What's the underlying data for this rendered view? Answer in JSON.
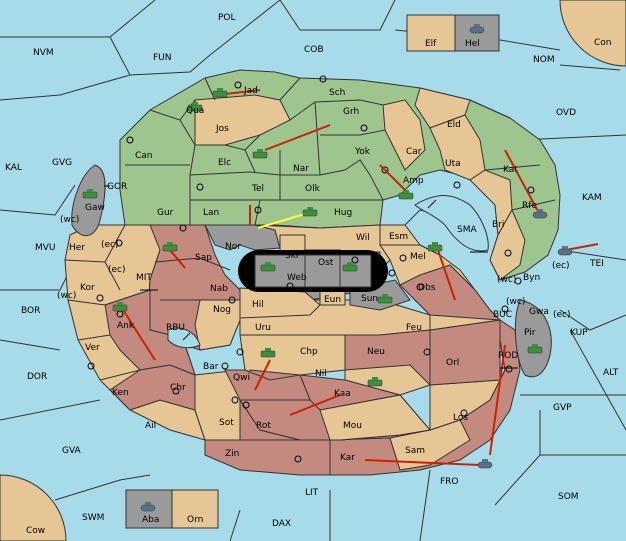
{
  "colors": {
    "sea": "#a8dbe9",
    "neutral": "#e6c695",
    "green_power": "#9fc58e",
    "red_power": "#c48a80",
    "grey_power": "#9a9a9a",
    "black": "#000000",
    "order_arrow": "#cc2200",
    "support_line": "#ffff33"
  },
  "seas": [
    "POL",
    "NVM",
    "FUN",
    "COB",
    "NOM",
    "Con",
    "OVD",
    "KAL",
    "GVG",
    "KAM",
    "MVU",
    "TEI",
    "BOR",
    "KUP",
    "ALT",
    "DOR",
    "GVP",
    "GVA",
    "SOM",
    "SWM",
    "LIT",
    "DAX",
    "FRO",
    "Cow"
  ],
  "coast_labels": [
    "(wc)",
    "(ec)",
    "(ec)",
    "(wc)",
    "(wc)",
    "(ec)",
    "(wc)",
    "(ec)"
  ],
  "provinces": {
    "green": [
      "Jad",
      "Qua",
      "Sch",
      "Grh",
      "Can",
      "Jos",
      "Elc",
      "Nar",
      "Yok",
      "Car",
      "Eld",
      "Uta",
      "Amp",
      "Kat",
      "Tel",
      "Olk",
      "Gur",
      "Lan",
      "Hug",
      "Rfe",
      "GOR",
      "Gaw"
    ],
    "neutral": [
      "Elf",
      "Wil",
      "Esm",
      "Mel",
      "Bri",
      "Byn",
      "Gwa",
      "Her",
      "Kor",
      "Ank",
      "Ver",
      "Ken",
      "Ail",
      "Sot",
      "Zin",
      "Kar",
      "Sam",
      "Los",
      "Orl",
      "Nil",
      "Mou",
      "Uru",
      "Feu",
      "Neu",
      "Hil",
      "Eun",
      "Skr",
      "Orn",
      "SMA",
      "RBU",
      "MIT",
      "BUC"
    ],
    "red": [
      "Sap",
      "Nab",
      "Nog",
      "Bar",
      "Qwi",
      "Chp",
      "Rot",
      "Kaa",
      "Chr",
      "Obs",
      "ROD"
    ],
    "grey": [
      "Hel",
      "Nor",
      "Web",
      "Ost",
      "Sun",
      "Pir",
      "Aba"
    ]
  },
  "units": [
    {
      "type": "army",
      "power": "green",
      "at": "Jad"
    },
    {
      "type": "army",
      "power": "green",
      "at": "Qua"
    },
    {
      "type": "army",
      "power": "green",
      "at": "Elc"
    },
    {
      "type": "army",
      "power": "green",
      "at": "Amp"
    },
    {
      "type": "army",
      "power": "green",
      "at": "Hug"
    },
    {
      "type": "army",
      "power": "green",
      "at": "Gaw"
    },
    {
      "type": "army",
      "power": "green",
      "at": "Sap"
    },
    {
      "type": "army",
      "power": "green",
      "at": "Ank"
    },
    {
      "type": "army",
      "power": "green",
      "at": "Mel"
    },
    {
      "type": "army",
      "power": "green",
      "at": "Web"
    },
    {
      "type": "army",
      "power": "green",
      "at": "Ost"
    },
    {
      "type": "army",
      "power": "green",
      "at": "Sun"
    },
    {
      "type": "army",
      "power": "green",
      "at": "Chp"
    },
    {
      "type": "army",
      "power": "green",
      "at": "Kaa"
    },
    {
      "type": "army",
      "power": "green",
      "at": "Pir"
    },
    {
      "type": "fleet",
      "power": "grey",
      "at": "Hel"
    },
    {
      "type": "fleet",
      "power": "grey",
      "at": "Rfe"
    },
    {
      "type": "fleet",
      "power": "grey",
      "at": "TEI"
    },
    {
      "type": "fleet",
      "power": "grey",
      "at": "FRO"
    },
    {
      "type": "fleet",
      "power": "grey",
      "at": "Aba"
    }
  ]
}
